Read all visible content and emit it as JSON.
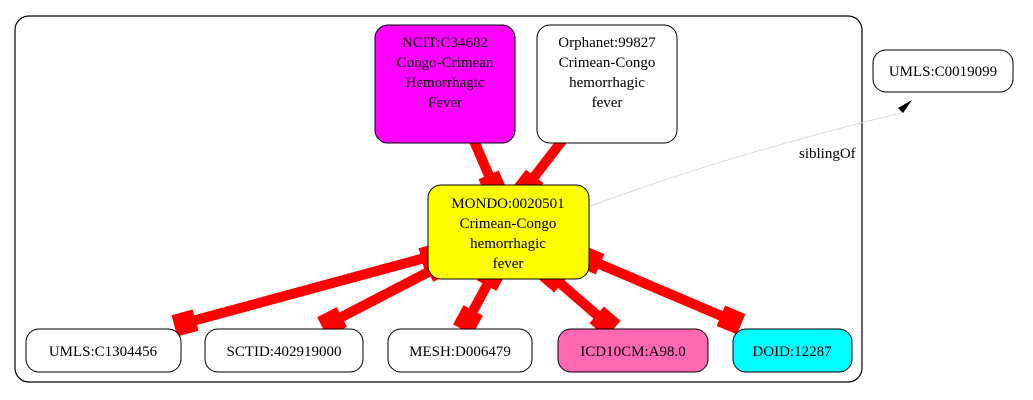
{
  "colors": {
    "edge": "#ff0000",
    "sibling_edge": "#d9d9d9",
    "magenta": "#ff00ff",
    "yellow": "#ffff00",
    "pink": "#ff69b4",
    "cyan": "#00ffff",
    "white": "#ffffff"
  },
  "nodes": {
    "center": {
      "lines": [
        "MONDO:0020501",
        "Crimean-Congo",
        "hemorrhagic",
        "fever"
      ]
    },
    "ncit": {
      "lines": [
        "NCIT:C34682",
        "Congo-Crimean",
        "Hemorrhagic",
        "Fever"
      ]
    },
    "orphanet": {
      "lines": [
        "Orphanet:99827",
        "Crimean-Congo",
        "hemorrhagic",
        "fever"
      ]
    },
    "umls_outside": {
      "lines": [
        "UMLS:C0019099"
      ]
    },
    "umls": {
      "lines": [
        "UMLS:C1304456"
      ]
    },
    "sctid": {
      "lines": [
        "SCTID:402919000"
      ]
    },
    "mesh": {
      "lines": [
        "MESH:D006479"
      ]
    },
    "icd10cm": {
      "lines": [
        "ICD10CM:A98.0"
      ]
    },
    "doid": {
      "lines": [
        "DOID:12287"
      ]
    }
  },
  "edges": {
    "sibling_label": "siblingOf"
  }
}
